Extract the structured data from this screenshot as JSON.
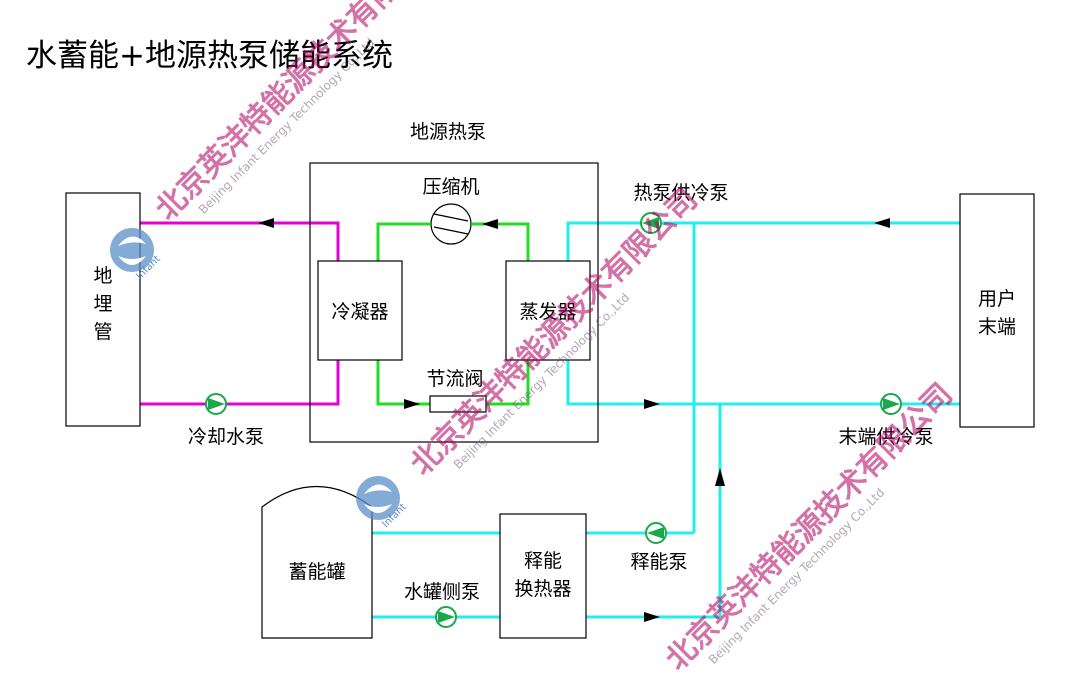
{
  "title": "水蓄能+地源热泵储能系统",
  "components": {
    "heat_pump_box": "地源热泵",
    "compressor": "压缩机",
    "condenser": "冷凝器",
    "evaporator": "蒸发器",
    "expansion_valve": "节流阀",
    "ground_pipe": [
      "地",
      "埋",
      "管"
    ],
    "user_end": [
      "用户",
      "末端"
    ],
    "storage_tank": "蓄能罐",
    "release_exchanger": [
      "释能",
      "换热器"
    ]
  },
  "pumps": {
    "cooling_water_pump": "冷却水泵",
    "heat_pump_supply_pump": "热泵供冷泵",
    "terminal_supply_pump": "末端供冷泵",
    "release_pump": "释能泵",
    "tank_side_pump": "水罐侧泵"
  },
  "watermark": {
    "company_cn": "北京英沣特能源技术有限公司",
    "company_en": "Beijing Infant Energy Technology Co.,Ltd",
    "logo_text": "Infant"
  },
  "colors": {
    "condenser_loop": "#e600d2",
    "refrigerant_loop": "#22dd22",
    "chilled_water_loop": "#22eeee",
    "pump_fill": "#1aa84a",
    "logo": "#5a8fc8"
  }
}
